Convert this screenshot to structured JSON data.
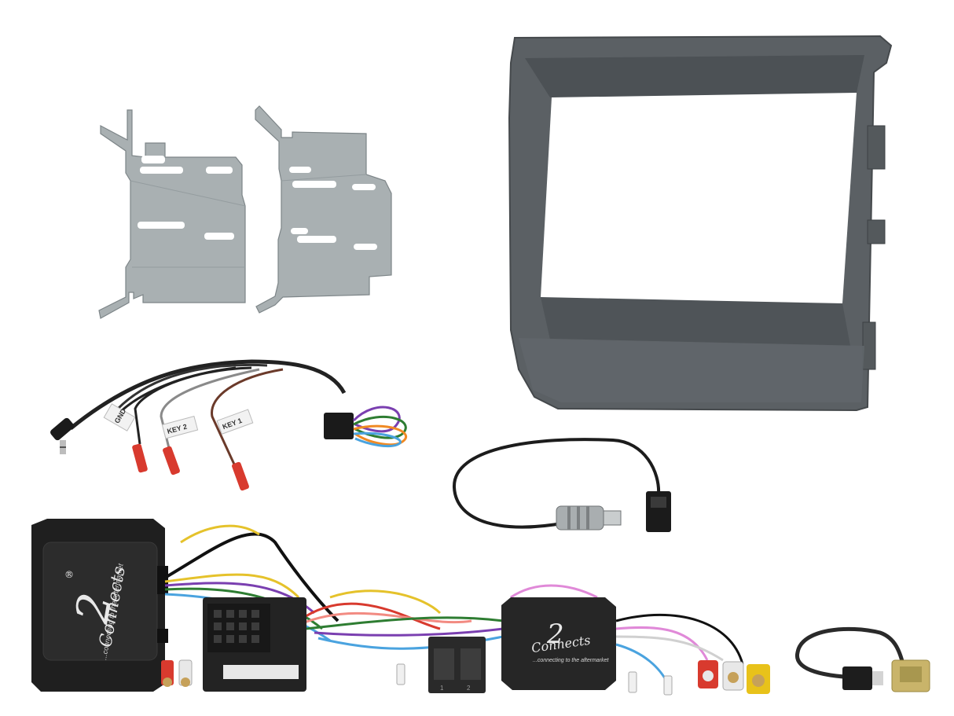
{
  "labels": {
    "gnd": "GND",
    "key2": "KEY 2",
    "key1": "KEY 1"
  },
  "logo": {
    "brand": "Connects",
    "numeral": "2",
    "tagline": "...connecting to the aftermarket",
    "registered": "®"
  },
  "connector_markings": {
    "left": "1",
    "right": "2"
  },
  "colors": {
    "background": "#ffffff",
    "fascia": "#5b6064",
    "bracket": "#a9b0b2",
    "interface_box": "#1f1f1f",
    "harness_red": "#d83a2e",
    "rca_yellow": "#e8c21a"
  },
  "items": [
    "mounting-bracket-left",
    "mounting-bracket-right",
    "double-din-fascia-panel",
    "steering-wheel-control-patch-lead",
    "antenna-adapter-cable",
    "steering-wheel-interface-box",
    "vehicle-wiring-harness",
    "usb-adapter-cable"
  ]
}
